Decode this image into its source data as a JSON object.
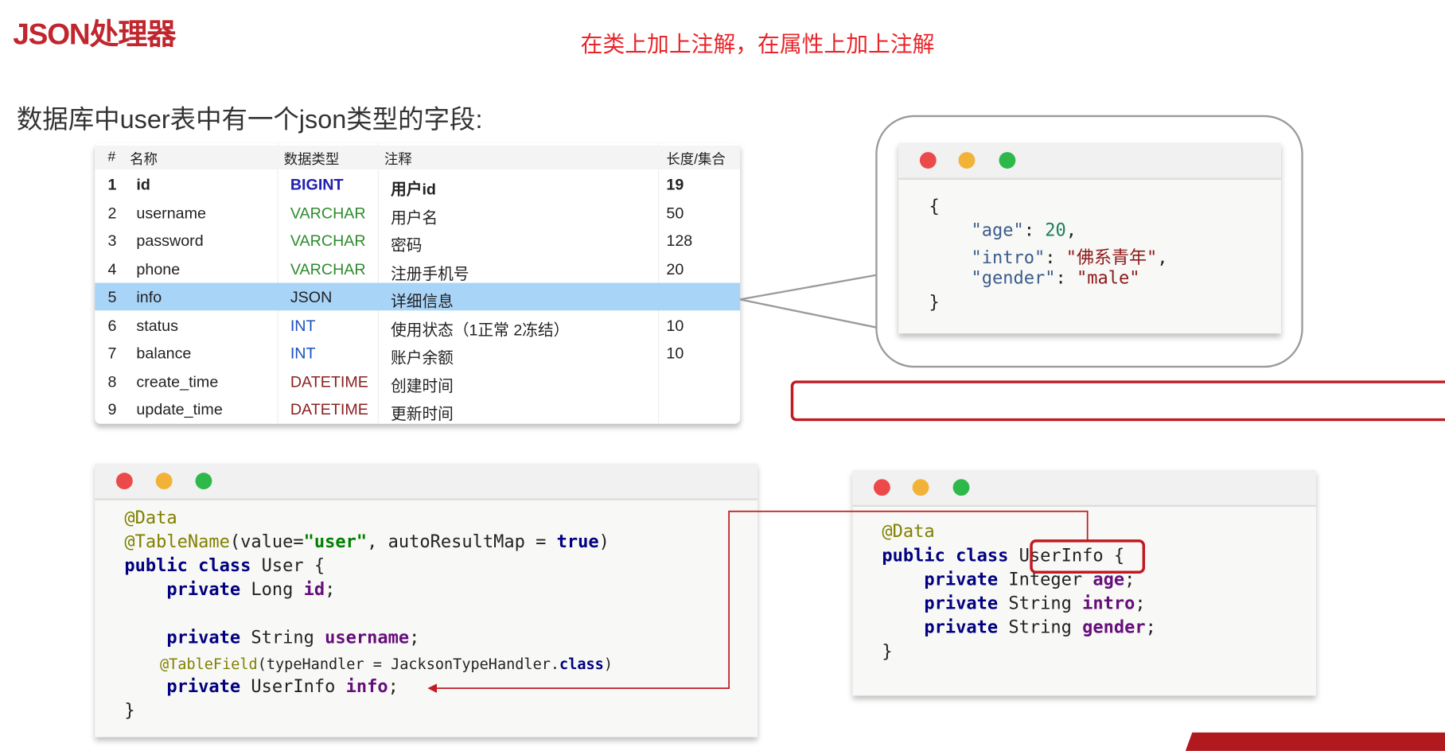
{
  "title": "JSON处理器",
  "annotation_note": "在类上加上注解，在属性上加上注解",
  "subtitle": "数据库中user表中有一个json类型的字段:",
  "table": {
    "headers": [
      "#",
      "名称",
      "数据类型",
      "注释",
      "长度/集合"
    ],
    "selected_row": 5,
    "rows": [
      {
        "n": "1",
        "name": "id",
        "type": "BIGINT",
        "comment": "用户id",
        "len": "19",
        "type_color": "#2020b0",
        "bold": true
      },
      {
        "n": "2",
        "name": "username",
        "type": "VARCHAR",
        "comment": "用户名",
        "len": "50",
        "type_color": "#2e8b2e"
      },
      {
        "n": "3",
        "name": "password",
        "type": "VARCHAR",
        "comment": "密码",
        "len": "128",
        "type_color": "#2e8b2e"
      },
      {
        "n": "4",
        "name": "phone",
        "type": "VARCHAR",
        "comment": "注册手机号",
        "len": "20",
        "type_color": "#2e8b2e"
      },
      {
        "n": "5",
        "name": "info",
        "type": "JSON",
        "comment": "详细信息",
        "len": "",
        "type_color": "#222222"
      },
      {
        "n": "6",
        "name": "status",
        "type": "INT",
        "comment": "使用状态（1正常 2冻结）",
        "len": "10",
        "type_color": "#1a4fc0"
      },
      {
        "n": "7",
        "name": "balance",
        "type": "INT",
        "comment": "账户余额",
        "len": "10",
        "type_color": "#1a4fc0"
      },
      {
        "n": "8",
        "name": "create_time",
        "type": "DATETIME",
        "comment": "创建时间",
        "len": "",
        "type_color": "#8b1f1f"
      },
      {
        "n": "9",
        "name": "update_time",
        "type": "DATETIME",
        "comment": "更新时间",
        "len": "",
        "type_color": "#8b1f1f"
      }
    ]
  },
  "json_window": {
    "lines": [
      [
        {
          "t": "{",
          "c": "plain"
        }
      ],
      [
        {
          "t": "    \"age\"",
          "c": "key"
        },
        {
          "t": ": ",
          "c": "plain"
        },
        {
          "t": "20",
          "c": "num"
        },
        {
          "t": ",",
          "c": "plain"
        }
      ],
      [
        {
          "t": "    \"intro\"",
          "c": "key"
        },
        {
          "t": ": ",
          "c": "plain"
        },
        {
          "t": "\"佛系青年\"",
          "c": "jstr"
        },
        {
          "t": ",",
          "c": "plain"
        }
      ],
      [
        {
          "t": "    \"gender\"",
          "c": "key"
        },
        {
          "t": ": ",
          "c": "plain"
        },
        {
          "t": "\"male\"",
          "c": "jstr"
        }
      ],
      [
        {
          "t": "}",
          "c": "plain"
        }
      ]
    ]
  },
  "user_class_window": {
    "lines": [
      [
        {
          "t": "@Data",
          "c": "ann"
        }
      ],
      [
        {
          "t": "@TableName",
          "c": "ann"
        },
        {
          "t": "(value=",
          "c": "plain"
        },
        {
          "t": "\"user\"",
          "c": "str"
        },
        {
          "t": ", autoResultMap = ",
          "c": "plain"
        },
        {
          "t": "true",
          "c": "kw"
        },
        {
          "t": ")",
          "c": "plain"
        }
      ],
      [
        {
          "t": "public class ",
          "c": "kw"
        },
        {
          "t": "User {",
          "c": "plain"
        }
      ],
      [
        {
          "t": "    private ",
          "c": "kw"
        },
        {
          "t": "Long ",
          "c": "plain"
        },
        {
          "t": "id",
          "c": "fld"
        },
        {
          "t": ";",
          "c": "plain"
        }
      ],
      [],
      [
        {
          "t": "    private ",
          "c": "kw"
        },
        {
          "t": "String ",
          "c": "plain"
        },
        {
          "t": "username",
          "c": "fld"
        },
        {
          "t": ";",
          "c": "plain"
        }
      ],
      [
        {
          "t": "    @TableField",
          "c": "ann"
        },
        {
          "t": "(typeHandler = JacksonTypeHandler.",
          "c": "plain"
        },
        {
          "t": "class",
          "c": "kw"
        },
        {
          "t": ")",
          "c": "plain"
        }
      ],
      [
        {
          "t": "    private ",
          "c": "kw"
        },
        {
          "t": "UserInfo ",
          "c": "plain"
        },
        {
          "t": "info",
          "c": "fld"
        },
        {
          "t": ";",
          "c": "plain"
        }
      ],
      [
        {
          "t": "}",
          "c": "plain"
        }
      ]
    ]
  },
  "userinfo_class_window": {
    "lines": [
      [
        {
          "t": "@Data",
          "c": "ann"
        }
      ],
      [
        {
          "t": "public class ",
          "c": "kw"
        },
        {
          "t": "UserInfo",
          "c": "plain"
        },
        {
          "t": " {",
          "c": "plain"
        }
      ],
      [
        {
          "t": "    private ",
          "c": "kw"
        },
        {
          "t": "Integer ",
          "c": "plain"
        },
        {
          "t": "age",
          "c": "fld"
        },
        {
          "t": ";",
          "c": "plain"
        }
      ],
      [
        {
          "t": "    private ",
          "c": "kw"
        },
        {
          "t": "String ",
          "c": "plain"
        },
        {
          "t": "intro",
          "c": "fld"
        },
        {
          "t": ";",
          "c": "plain"
        }
      ],
      [
        {
          "t": "    private ",
          "c": "kw"
        },
        {
          "t": "String ",
          "c": "plain"
        },
        {
          "t": "gender",
          "c": "fld"
        },
        {
          "t": ";",
          "c": "plain"
        }
      ],
      [
        {
          "t": "}",
          "c": "plain"
        }
      ]
    ]
  },
  "colors": {
    "accent": "#c0262d",
    "note": "#e8252a",
    "highlight_row": "#a8d4f8",
    "connector": "#c01a22"
  }
}
